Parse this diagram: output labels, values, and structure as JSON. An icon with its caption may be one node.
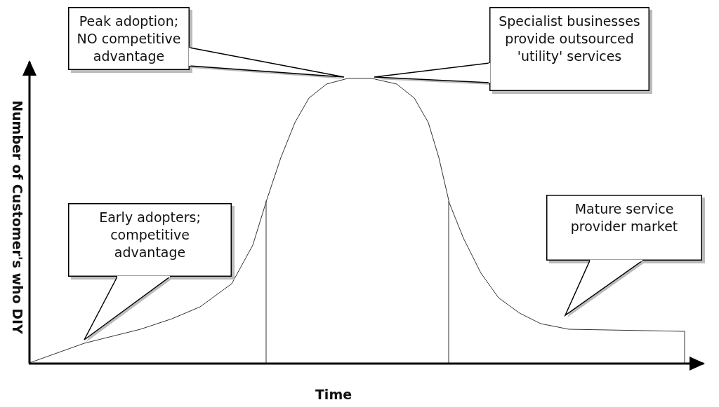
{
  "diagram": {
    "nodes": [
      {
        "text": [
          "Peak adoption; NO competitive advantage"
        ]
      },
      {
        "text": [
          "Specialist businesses provide outsourced 'utility' services"
        ]
      },
      {
        "text": [
          "Early adopters; competitive advantage"
        ]
      },
      {
        "text": [
          "Mature service provider market"
        ]
      }
    ],
    "labels": [
      "Number of Customer's who DIY",
      "Time"
    ]
  }
}
